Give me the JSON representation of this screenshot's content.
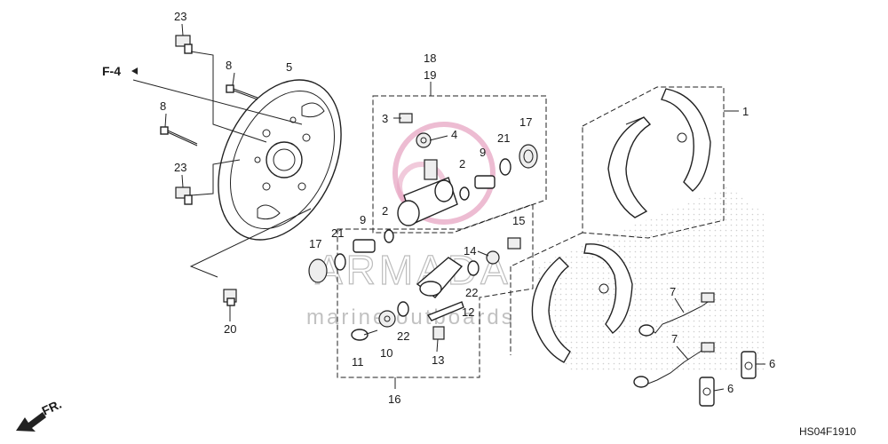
{
  "diagram_code": "HS04F1910",
  "reference": "F-4",
  "front_label": "FR.",
  "watermark": {
    "brand": "ARMADA",
    "tagline": "marine outboards"
  },
  "callouts": {
    "c1": "1",
    "c2a": "2",
    "c2b": "2",
    "c3": "3",
    "c4": "4",
    "c5": "5",
    "c6a": "6",
    "c6b": "6",
    "c7a": "7",
    "c7b": "7",
    "c8a": "8",
    "c8b": "8",
    "c9a": "9",
    "c9b": "9",
    "c10": "10",
    "c11": "11",
    "c12": "12",
    "c13": "13",
    "c14": "14",
    "c15": "15",
    "c16": "16",
    "c17a": "17",
    "c17b": "17",
    "c18": "18",
    "c19": "19",
    "c20": "20",
    "c21a": "21",
    "c21b": "21",
    "c22a": "22",
    "c22b": "22",
    "c23a": "23",
    "c23b": "23"
  }
}
